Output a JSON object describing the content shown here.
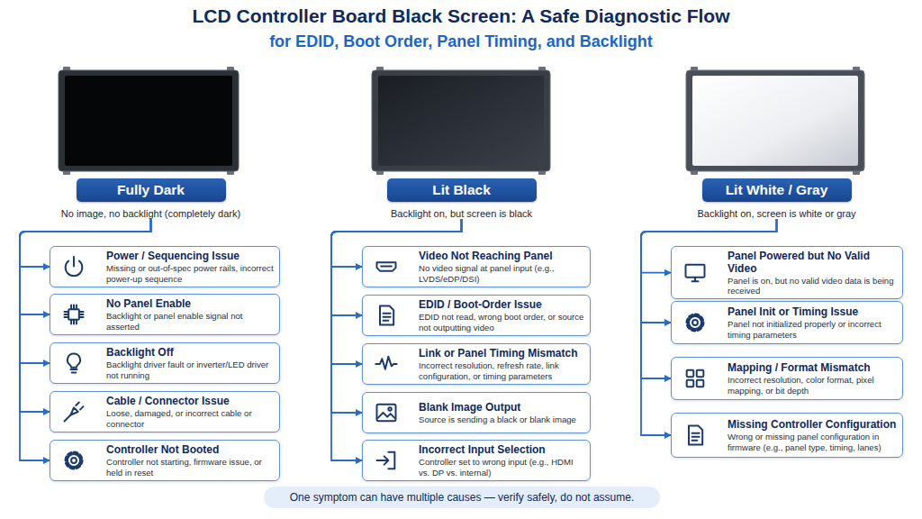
{
  "diagram": {
    "title": "LCD Controller Board Black Screen: A Safe Diagnostic Flow",
    "caption": "One symptom can have multiple causes — verify safely, do not assume.",
    "nodes": [
      {
        "text": [
          "Fully Dark",
          "No image, no backlight (completely dark)"
        ]
      },
      {
        "text": [
          "Power / Sequencing Issue",
          "Missing or out-of-spec power rails, incorrect power-up sequence"
        ]
      },
      {
        "text": [
          "No Panel Enable",
          "Backlight or panel enable signal not asserted"
        ]
      },
      {
        "text": [
          "Backlight Off",
          "Backlight driver fault or inverter/LED driver not running"
        ]
      },
      {
        "text": [
          "Cable / Connector Issue",
          "Loose, damaged, or incorrect cable or connector"
        ]
      },
      {
        "text": [
          "Controller Not Booted",
          "Controller not starting, firmware issue, or held in reset"
        ]
      },
      {
        "text": [
          "Lit Black",
          "Backlight on, but screen is black"
        ]
      },
      {
        "text": [
          "Video Not Reaching Panel",
          "No video signal at panel input (e.g., LVDS/eDP/DSI)"
        ]
      },
      {
        "text": [
          "EDID / Boot-Order Issue",
          "EDID not read, wrong boot order, or source not outputting video"
        ]
      },
      {
        "text": [
          "Link or Panel Timing Mismatch",
          "Incorrect resolution, refresh rate, link configuration, or timing parameters"
        ]
      },
      {
        "text": [
          "Blank Image Output",
          "Source is sending a black or blank image"
        ]
      },
      {
        "text": [
          "Incorrect Input Selection",
          "Controller set to wrong input (e.g., HDMI vs. DP vs. internal)"
        ]
      },
      {
        "text": [
          "Lit White / Gray",
          "Backlight on, screen is white or gray"
        ]
      },
      {
        "text": [
          "Panel Powered but No Valid Video",
          "Panel is on, but no valid video data is being received"
        ]
      },
      {
        "text": [
          "Panel Init or Timing Issue",
          "Panel not initialized properly or incorrect timing parameters"
        ]
      },
      {
        "text": [
          "Mapping / Format Mismatch",
          "Incorrect resolution, color format, pixel mapping, or bit depth"
        ]
      },
      {
        "text": [
          "Missing Controller Configuration",
          "Wrong or missing panel configuration in firmware (e.g., panel type, timing, lanes)"
        ]
      }
    ],
    "edges": [
      {
        "from": 0,
        "to": 1,
        "arrow": "to"
      },
      {
        "from": 0,
        "to": 2,
        "arrow": "to"
      },
      {
        "from": 0,
        "to": 3,
        "arrow": "to"
      },
      {
        "from": 0,
        "to": 4,
        "arrow": "to"
      },
      {
        "from": 0,
        "to": 5,
        "arrow": "to"
      },
      {
        "from": 6,
        "to": 7,
        "arrow": "to"
      },
      {
        "from": 6,
        "to": 8,
        "arrow": "to"
      },
      {
        "from": 6,
        "to": 9,
        "arrow": "to"
      },
      {
        "from": 6,
        "to": 10,
        "arrow": "to"
      },
      {
        "from": 6,
        "to": 11,
        "arrow": "to"
      },
      {
        "from": 12,
        "to": 13,
        "arrow": "to"
      },
      {
        "from": 12,
        "to": 14,
        "arrow": "to"
      },
      {
        "from": 12,
        "to": 15,
        "arrow": "to"
      },
      {
        "from": 12,
        "to": 16,
        "arrow": "to"
      }
    ],
    "labels": [
      "for EDID, Boot Order, Panel Timing, and Backlight"
    ]
  }
}
